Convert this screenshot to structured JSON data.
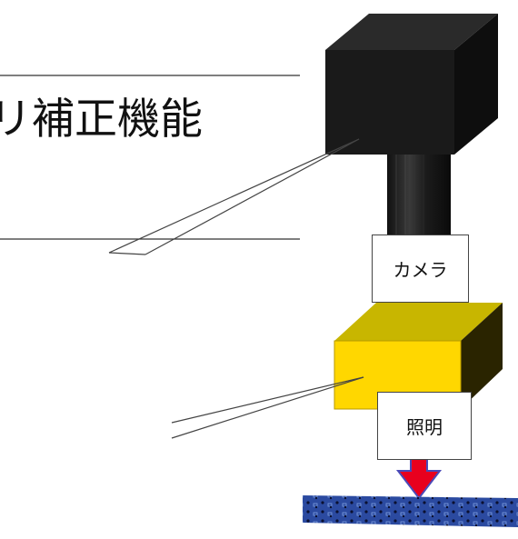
{
  "title": {
    "text": "リ補正機能"
  },
  "callouts": {
    "camera": "カメラ",
    "light": "照明"
  },
  "colors": {
    "camera_body": "#1a1a1a",
    "lens": "#222222",
    "light_top": "#c8b600",
    "light_front": "#ffd700",
    "light_side": "#2a2400",
    "arrow": "#e8001e",
    "arrow_outline": "#4a4ab8",
    "work_surface": "#2b4aa0"
  }
}
